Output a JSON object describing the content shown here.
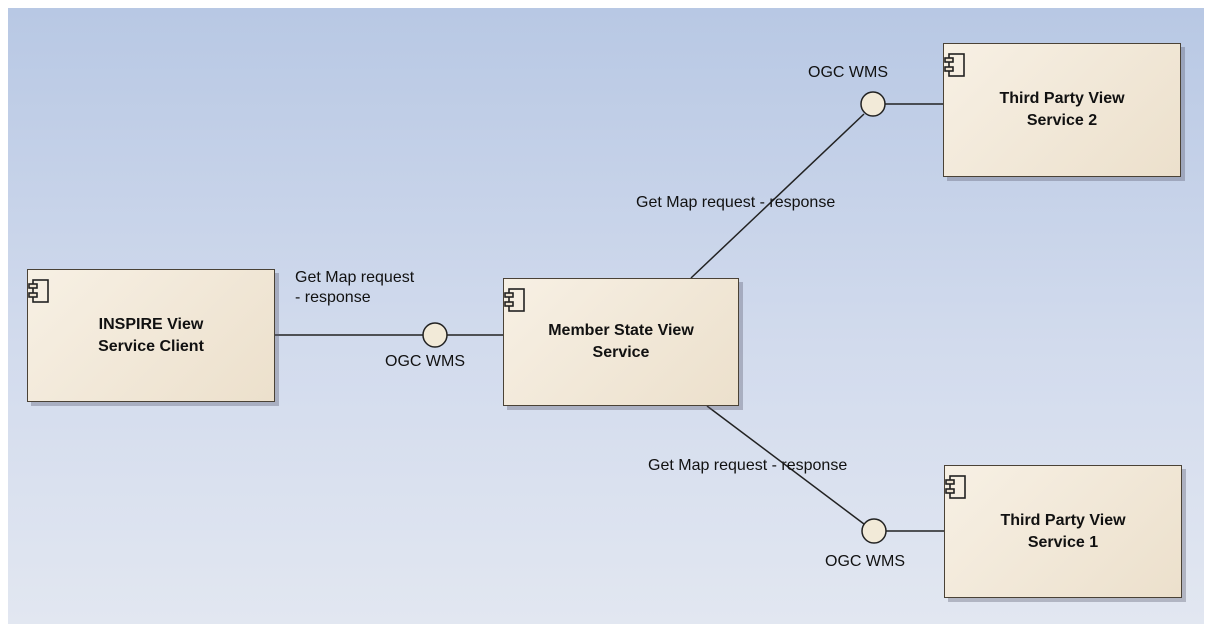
{
  "components": {
    "client": {
      "name": "INSPIRE View\nService Client",
      "icon": "component-icon"
    },
    "member_state": {
      "name": "Member State View\nService",
      "icon": "component-icon"
    },
    "third_party_2": {
      "name": "Third Party View\nService 2",
      "icon": "component-icon"
    },
    "third_party_1": {
      "name": "Third Party View\nService 1",
      "icon": "component-icon"
    }
  },
  "connectors": {
    "client_to_member": {
      "label": "Get Map request\n- response",
      "interface": "OGC WMS"
    },
    "member_to_tp2": {
      "label": "Get Map request - response",
      "interface": "OGC WMS"
    },
    "member_to_tp1": {
      "label": "Get Map request - response",
      "interface": "OGC WMS"
    }
  },
  "colors": {
    "background_top": "#b8c8e4",
    "background_bottom": "#e2e7f1",
    "component_fill": "#efe4d2",
    "component_border": "#4a4236",
    "line": "#222222"
  }
}
